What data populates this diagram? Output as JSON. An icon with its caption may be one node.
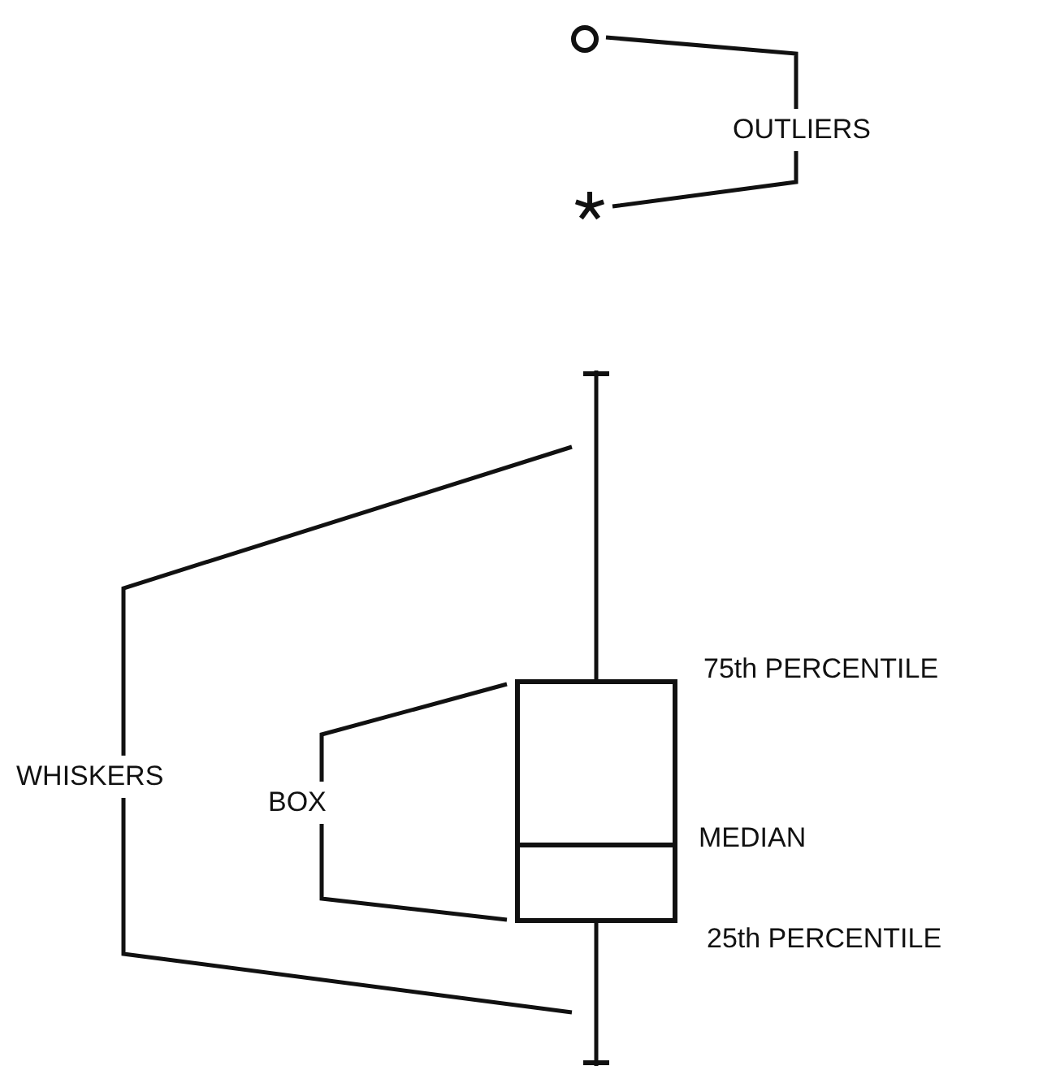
{
  "diagram": {
    "nodes": [
      {
        "text": [],
        "shape": "circle"
      },
      {
        "text": [
          "OUTLIERS"
        ]
      },
      {
        "text": [],
        "shape": "star"
      },
      {
        "text": [],
        "shape": "line"
      },
      {
        "text": [
          "WHISKERS"
        ]
      },
      {
        "text": [
          "BOX"
        ]
      },
      {
        "text": [],
        "shape": "box"
      },
      {
        "text": [],
        "shape": "line"
      }
    ],
    "edges": [
      {
        "from": 1,
        "to": 0,
        "arrow": "none"
      },
      {
        "from": 1,
        "to": 2,
        "arrow": "none"
      },
      {
        "from": 4,
        "to": 3,
        "arrow": "none"
      },
      {
        "from": 4,
        "to": 7,
        "arrow": "none"
      },
      {
        "from": 5,
        "to": 6,
        "arrow": "none"
      },
      {
        "from": 5,
        "to": 6,
        "arrow": "none"
      }
    ],
    "labels": [
      "75th PERCENTILE",
      "MEDIAN",
      "25th PERCENTILE"
    ]
  }
}
